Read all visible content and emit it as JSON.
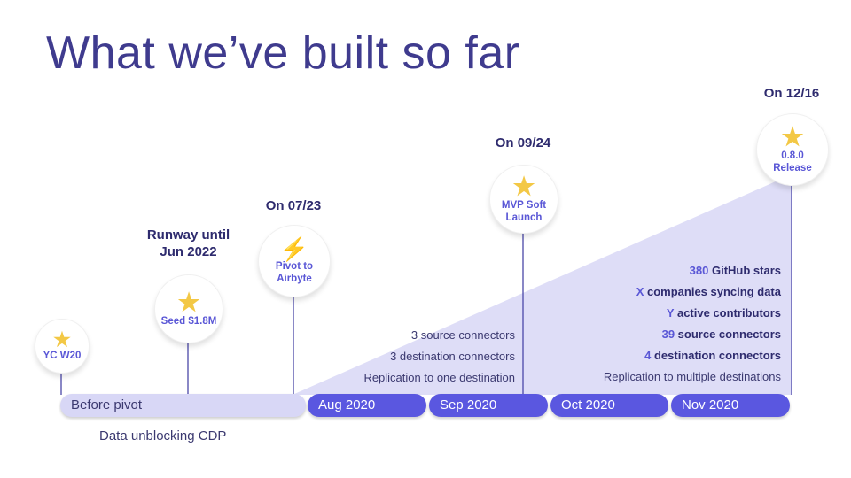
{
  "title": "What we’ve built so far",
  "milestones": {
    "yc": {
      "label": "YC W20",
      "icon": "star-icon"
    },
    "seed": {
      "label": "Seed $1.8M",
      "icon": "star-icon",
      "header": [
        "Runway until",
        "Jun 2022"
      ]
    },
    "pivot": {
      "label_lines": [
        "Pivot to",
        "Airbyte"
      ],
      "icon": "lightning-icon",
      "header": "On 07/23"
    },
    "mvp": {
      "label_lines": [
        "MVP Soft",
        "Launch"
      ],
      "icon": "star-icon",
      "header": "On 09/24"
    },
    "release": {
      "label_lines": [
        "0.8.0",
        "Release"
      ],
      "icon": "star-icon",
      "header": "On 12/16"
    }
  },
  "periods": [
    "Before pivot",
    "Aug 2020",
    "Sep 2020",
    "Oct 2020",
    "Nov 2020"
  ],
  "before_pivot_note": "Data unblocking CDP",
  "mvp_stats": [
    "3 source connectors",
    "3 destination connectors",
    "Replication to one destination"
  ],
  "release_stats": [
    {
      "num": "380",
      "text": " GitHub stars"
    },
    {
      "num": "X",
      "text": " companies syncing data"
    },
    {
      "num": "Y",
      "text": " active contributors"
    },
    {
      "num": "39",
      "text": " source connectors"
    },
    {
      "num": "4",
      "text": " destination connectors"
    }
  ],
  "release_note": "Replication to multiple destinations",
  "colors": {
    "accent": "#5a57e0",
    "title": "#3f3b8e",
    "fill": "#d8d7f6",
    "star": "#f3c845"
  }
}
